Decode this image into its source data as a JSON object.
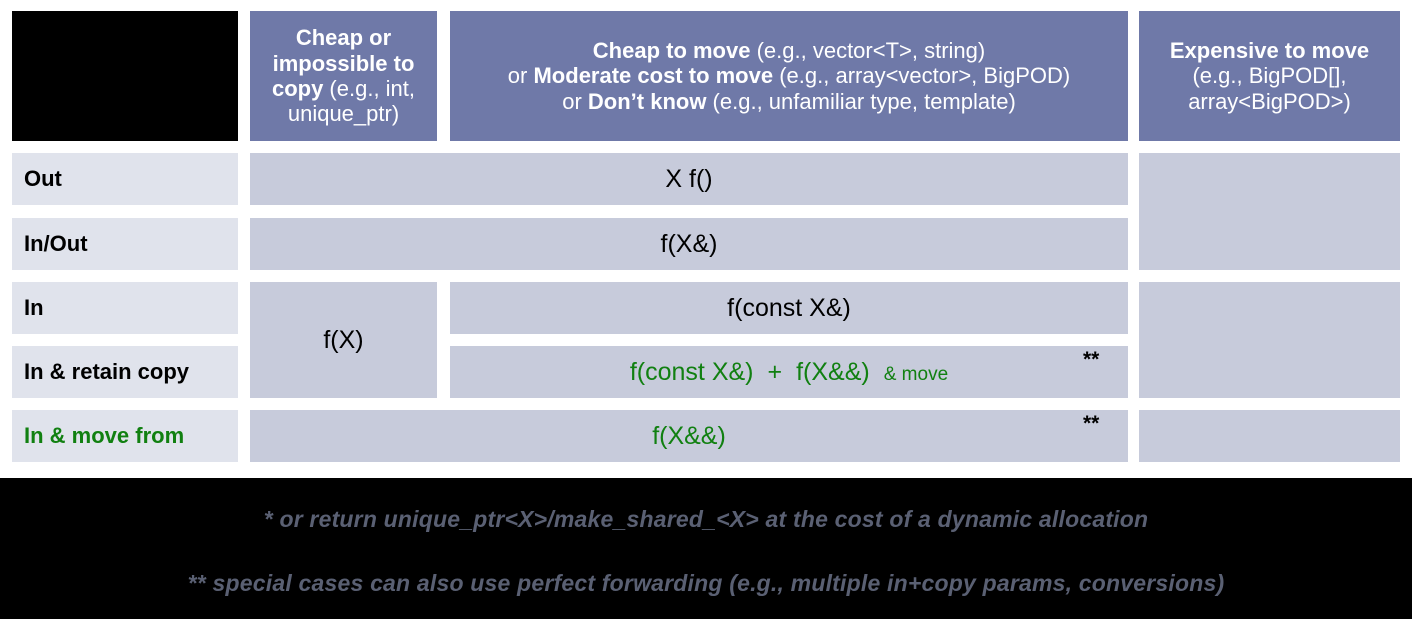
{
  "table": {
    "corner": {
      "label": ""
    },
    "columns": [
      {
        "id": "copy",
        "line1_bold": "Cheap or impossible to copy",
        "line1_rest": " (e.g., int, unique_ptr)"
      },
      {
        "id": "move",
        "l1_bold": "Cheap to move",
        "l1_rest": " (e.g., vector<T>, string)",
        "l2_pre": "or ",
        "l2_bold": "Moderate cost to move",
        "l2_rest": " (e.g., array<vector>, BigPOD)",
        "l3_pre": "or ",
        "l3_bold": "Don’t know",
        "l3_rest": " (e.g., unfamiliar type, template)"
      },
      {
        "id": "expensive",
        "l1_bold": "Expensive to move",
        "l2": "(e.g., BigPOD[],",
        "l3": "array<BigPOD>)"
      }
    ],
    "rows": [
      {
        "id": "out",
        "label": "Out",
        "label_green": false
      },
      {
        "id": "inout",
        "label": "In/Out",
        "label_green": false
      },
      {
        "id": "in",
        "label": "In",
        "label_green": false
      },
      {
        "id": "retain",
        "label": "In & retain copy",
        "label_green": false
      },
      {
        "id": "movefrom",
        "label": "In & move from",
        "label_green": true
      }
    ],
    "cells": {
      "out_span": "X f()",
      "inout_span": "f(X&)",
      "in_copycol": "f(X)",
      "in_move": "f(const X&)",
      "retain_a": "f(const X&)",
      "retain_plus": "+",
      "retain_b": "f(X&&)",
      "retain_b_suffix": "& move",
      "retain_star": "**",
      "movefrom_span": "f(X&&)",
      "movefrom_star": "**"
    }
  },
  "footnotes": {
    "one": "* or return unique_ptr<X>/make_shared_<X> at the cost of a dynamic allocation",
    "two": "** special cases can also use perfect forwarding (e.g., multiple in+copy params, conversions)"
  },
  "colors": {
    "header_blue": "#6f79a8",
    "body_cell": "#c7cbdb",
    "row_label": "#e0e3ec",
    "green": "#118011",
    "footer_bg": "#000000",
    "footnote_text": "#5a6073"
  }
}
